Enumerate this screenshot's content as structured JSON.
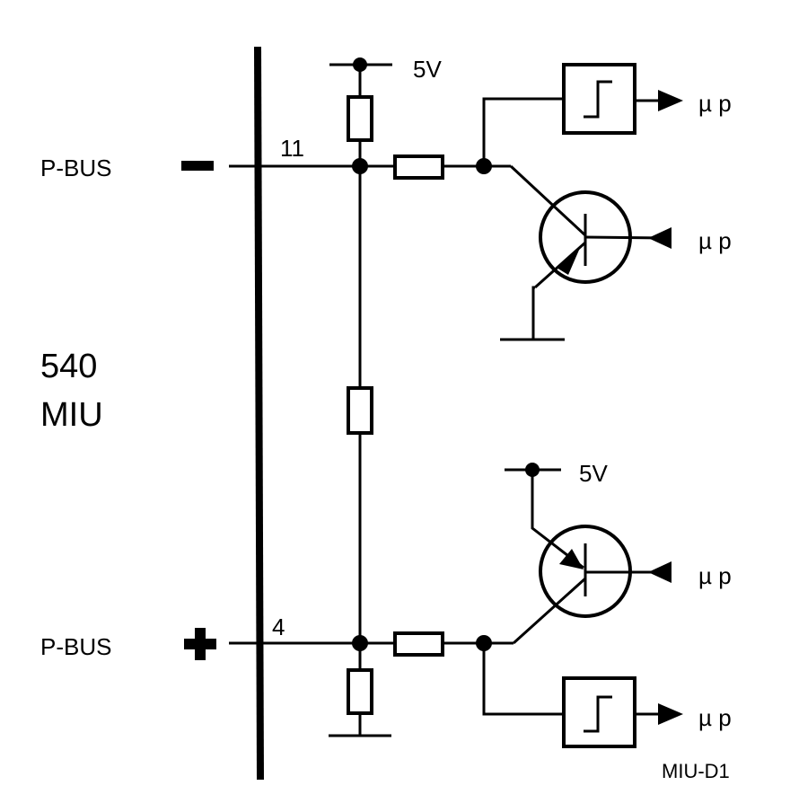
{
  "diagram": {
    "id_label": "MIU-D1",
    "device": {
      "line1": "540",
      "line2": "MIU"
    },
    "bus_top": {
      "label": "P-BUS",
      "polarity": "minus",
      "pin": "11"
    },
    "bus_bottom": {
      "label": "P-BUS",
      "polarity": "plus",
      "pin": "4"
    },
    "supply_top": "5V",
    "supply_bottom": "5V",
    "mp_labels": [
      "µ p",
      "µ p",
      "µ p",
      "µ p"
    ]
  }
}
